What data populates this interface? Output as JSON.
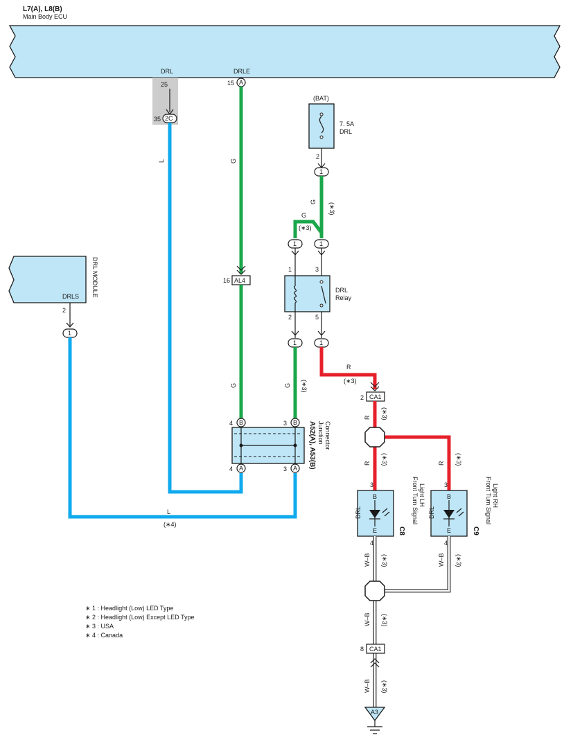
{
  "ecu": {
    "connector": "L7(A), L8(B)",
    "name": "Main Body ECU"
  },
  "drl_module": {
    "name": "DRL MODULE",
    "terminal_name": "DRLS",
    "pin": "2",
    "connector": "1"
  },
  "pins": {
    "drl_name": "DRL",
    "drl_pin": "25",
    "drle_name": "DRLE",
    "drle_pin": "15",
    "drle_conn": "A",
    "shade_pin": "35",
    "shade_conn": "2C",
    "al4_pin": "16",
    "al4_conn": "AL4",
    "jb_b_left": "4",
    "jb_b_right": "3",
    "jb_a_left": "4",
    "jb_a_right": "3",
    "conn_b": "B",
    "conn_a": "A",
    "ca1_top_pin": "2",
    "ca1_bottom_pin": "8",
    "ca1": "CA1",
    "lh_top": "3",
    "lh_bottom": "4",
    "rh_top": "3",
    "rh_bottom": "4",
    "ground": "A3"
  },
  "fuse": {
    "source": "(BAT)",
    "rating": "7. 5A",
    "name": "DRL",
    "pin": "2",
    "connector": "1"
  },
  "relay": {
    "name": "DRL",
    "name2": "Relay",
    "pin1": "1",
    "pin3": "3",
    "pin2": "2",
    "pin5": "5",
    "connector": "1"
  },
  "junction": {
    "name": "A52(A), A53(B)",
    "sub1": "Junction",
    "sub2": "Connector"
  },
  "lights": {
    "lh": {
      "code": "C8",
      "line1": "Front Turn Signal",
      "line2": "Light LH",
      "drl": "DRL",
      "b": "B",
      "e": "E"
    },
    "rh": {
      "code": "C9",
      "line1": "Front Turn Signal",
      "line2": "Light RH",
      "drl": "DRL",
      "b": "B",
      "e": "E"
    }
  },
  "wires": {
    "l": "L",
    "g": "G",
    "r": "R",
    "wb": "W–B",
    "n3": "(∗3)",
    "n4": "(∗4)"
  },
  "notes": [
    "∗ 1 : Headlight (Low) LED Type",
    "∗ 2 : Headlight (Low) Except LED Type",
    "∗ 3 : USA",
    "∗ 4 : Canada"
  ],
  "colors": {
    "wire_l": "#10aaee",
    "wire_g": "#1aa64a",
    "wire_r": "#e6202a",
    "component_fill": "#bfe6f6"
  }
}
